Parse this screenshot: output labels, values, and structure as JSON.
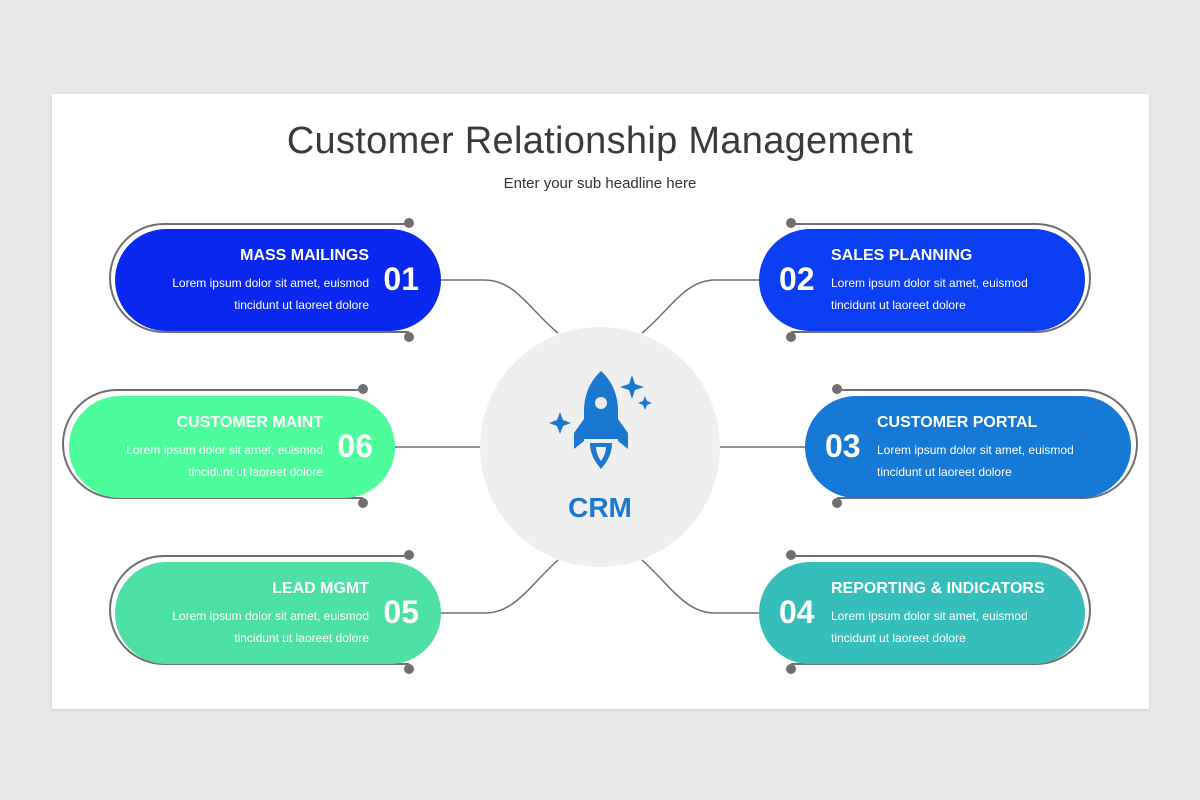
{
  "title": "Customer Relationship Management",
  "subtitle": "Enter your sub headline here",
  "hub": {
    "label": "CRM",
    "icon": "rocket-icon",
    "color": "#1a78d0"
  },
  "items": [
    {
      "number": "01",
      "label": "MASS MAILINGS",
      "desc": "Lorem ipsum dolor sit amet, euismod tincidunt ut laoreet dolore",
      "color": "#0a28f0"
    },
    {
      "number": "02",
      "label": "SALES PLANNING",
      "desc": "Lorem ipsum dolor sit amet, euismod tincidunt ut laoreet dolore",
      "color": "#0b3df2"
    },
    {
      "number": "03",
      "label": "CUSTOMER PORTAL",
      "desc": "Lorem ipsum dolor sit amet, euismod tincidunt ut laoreet dolore",
      "color": "#1679d6"
    },
    {
      "number": "04",
      "label": "REPORTING & INDICATORS",
      "desc": "Lorem ipsum dolor sit amet, euismod tincidunt ut laoreet dolore",
      "color": "#36bfba"
    },
    {
      "number": "05",
      "label": "LEAD MGMT",
      "desc": "Lorem ipsum dolor sit amet, euismod tincidunt ut laoreet dolore",
      "color": "#4de0a4"
    },
    {
      "number": "06",
      "label": "CUSTOMER MAINT",
      "desc": "Lorem ipsum dolor sit amet, euismod tincidunt ut laoreet dolore",
      "color": "#4dfd9c"
    }
  ]
}
